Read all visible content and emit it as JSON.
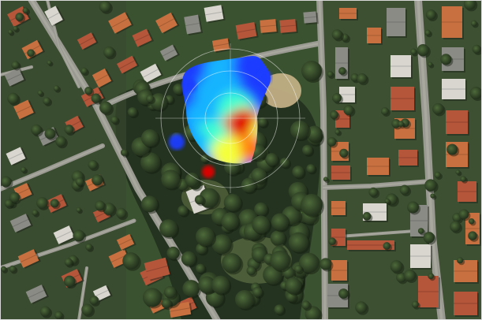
{
  "map": {
    "kind": "satellite-aerial-view",
    "features": [
      "park-with-trees",
      "residential-buildings",
      "streets",
      "playground-clearing"
    ]
  },
  "overlay": {
    "kind": "signal-heatmap",
    "colors": {
      "low": "#1e3cff",
      "mid_low": "#14b4ff",
      "mid": "#3dffd0",
      "mid_high": "#f4ff3a",
      "high": "#ff7a10",
      "peak": "#e00000"
    },
    "range_rings": 3,
    "crosshair": true
  },
  "palette": {
    "vegetation_dark": "#24331f",
    "vegetation": "#3b5230",
    "vegetation_light": "#5b7446",
    "grass": "#6e7f4e",
    "road": "#9a9a92",
    "road_light": "#b8b5ab",
    "roof_red": "#b5553a",
    "roof_orange": "#c8703f",
    "roof_gray": "#8b8b86",
    "roof_white": "#d8d6cf",
    "sand": "#c9b489"
  }
}
